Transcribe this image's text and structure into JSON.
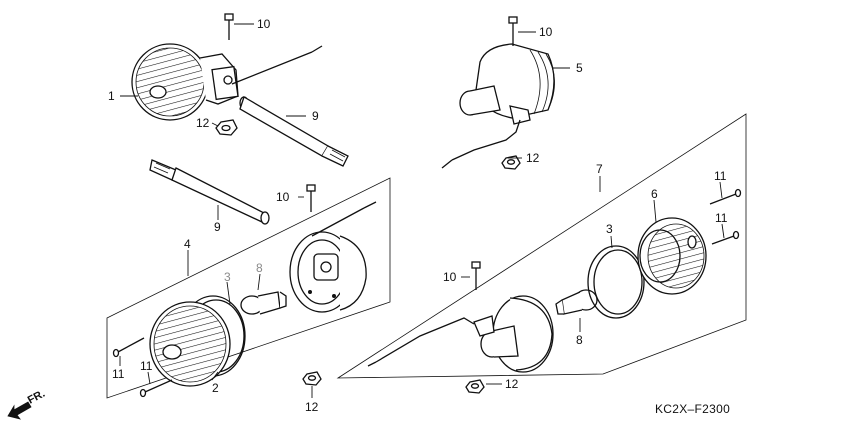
{
  "diagram": {
    "code": "KC2X–F2300",
    "direction_label": "FR.",
    "callouts": [
      {
        "id": "c1",
        "text": "1",
        "muted": false
      },
      {
        "id": "c2",
        "text": "2",
        "muted": false
      },
      {
        "id": "c3a",
        "text": "3",
        "muted": true
      },
      {
        "id": "c3b",
        "text": "3",
        "muted": false
      },
      {
        "id": "c4",
        "text": "4",
        "muted": false
      },
      {
        "id": "c5",
        "text": "5",
        "muted": false
      },
      {
        "id": "c6",
        "text": "6",
        "muted": false
      },
      {
        "id": "c7",
        "text": "7",
        "muted": false
      },
      {
        "id": "c8a",
        "text": "8",
        "muted": true
      },
      {
        "id": "c8b",
        "text": "8",
        "muted": false
      },
      {
        "id": "c9a",
        "text": "9",
        "muted": false
      },
      {
        "id": "c9b",
        "text": "9",
        "muted": false
      },
      {
        "id": "c10a",
        "text": "10",
        "muted": false
      },
      {
        "id": "c10b",
        "text": "10",
        "muted": false
      },
      {
        "id": "c10c",
        "text": "10",
        "muted": false
      },
      {
        "id": "c10d",
        "text": "10",
        "muted": false
      },
      {
        "id": "c11a",
        "text": "11",
        "muted": false
      },
      {
        "id": "c11b",
        "text": "11",
        "muted": false
      },
      {
        "id": "c11c",
        "text": "11",
        "muted": false
      },
      {
        "id": "c11d",
        "text": "11",
        "muted": false
      },
      {
        "id": "c12a",
        "text": "12",
        "muted": false
      },
      {
        "id": "c12b",
        "text": "12",
        "muted": false
      },
      {
        "id": "c12c",
        "text": "12",
        "muted": false
      },
      {
        "id": "c12d",
        "text": "12",
        "muted": false
      }
    ]
  }
}
